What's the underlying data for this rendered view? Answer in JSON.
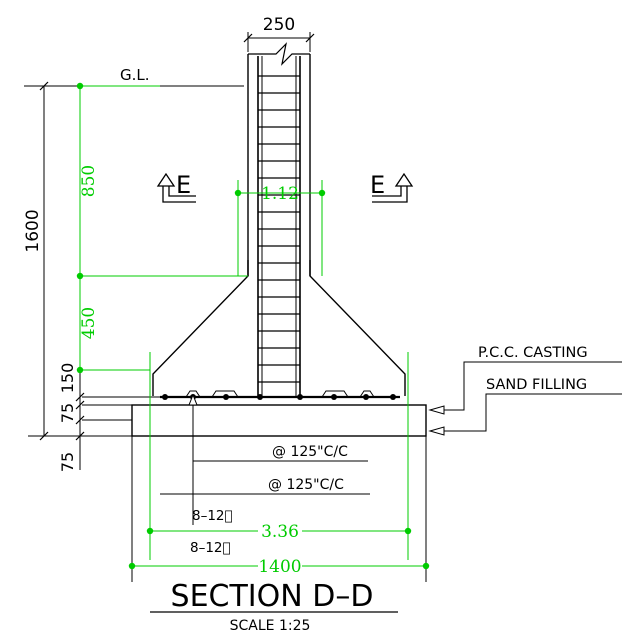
{
  "title": "SECTION D–D",
  "scale": "SCALE 1:25",
  "ground_label": "G.L.",
  "section_markers": {
    "left": "E",
    "right": "E"
  },
  "dims_black": {
    "column_width": "250",
    "total_depth": "1600",
    "d150": "150",
    "d75a": "75",
    "d75b": "75"
  },
  "dims_green": {
    "col_depth": "850",
    "slope_depth": "450",
    "inner_width": "1.12",
    "base_width": "3.36",
    "outer_width": "1400"
  },
  "callouts": {
    "pcc": "P.C.C. CASTING",
    "sand": "SAND FILLING"
  },
  "rebar": {
    "spacing_1": "@ 125\"C/C",
    "spacing_2": "@ 125\"C/C",
    "bars_1": "8–12॒",
    "bars_2": "8–12॒"
  },
  "colors": {
    "line": "#000000",
    "dimension": "#00cc00"
  }
}
